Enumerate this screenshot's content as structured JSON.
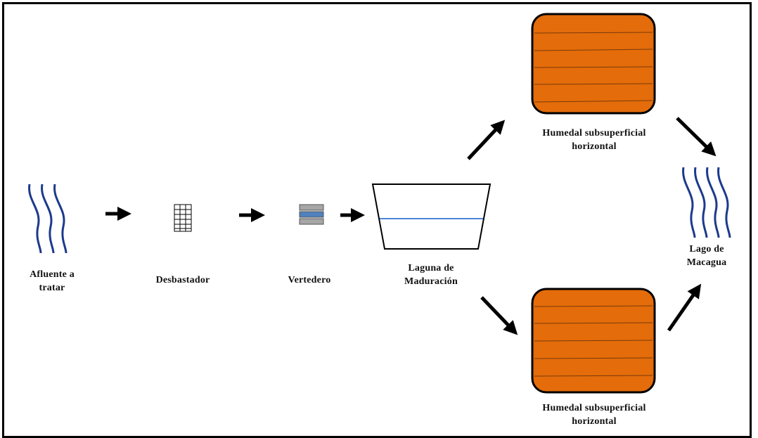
{
  "colors": {
    "water": "#1c3a8c",
    "wetland_fill": "#e46c0a",
    "wetland_line": "#7a3a0a",
    "laguna_water": "#4a86d6",
    "vertedero_band": "#4f81bd",
    "vertedero_plate": "#a6a6a6",
    "arrow": "#000000"
  },
  "icons": {
    "afluente": "water-waves-icon",
    "desbastador": "screen-grid-icon",
    "vertedero": "weir-icon",
    "laguna": "pond-icon",
    "humedal": "wetland-bed-icon",
    "lago": "lake-waves-icon"
  },
  "nodes": {
    "afluente": {
      "line1": "Afluente a",
      "line2": "tratar"
    },
    "desbastador": {
      "label": "Desbastador"
    },
    "vertedero": {
      "label": "Vertedero"
    },
    "laguna": {
      "line1": "Laguna de",
      "line2": "Maduración"
    },
    "humedal_top": {
      "line1": "Humedal subsuperficial",
      "line2": "horizontal"
    },
    "humedal_bottom": {
      "line1": "Humedal subsuperficial",
      "line2": "horizontal"
    },
    "lago": {
      "line1": "Lago de",
      "line2": "Macagua"
    }
  }
}
